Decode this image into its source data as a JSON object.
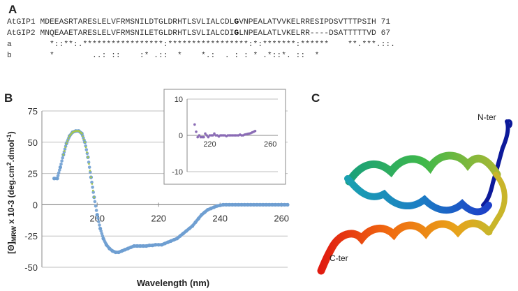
{
  "panels": {
    "a": "A",
    "b": "B",
    "c": "C"
  },
  "alignment": {
    "rows": [
      {
        "name": "AtGIP1",
        "pre": "MDEEASRTARESLELVFRMSNILDTGLDRHTLSVLIALCDL",
        "bold": "G",
        "post": "VNPEALATVVKELRRESIPDSVTTTPSIH",
        "num": "71"
      },
      {
        "name": "AtGIP2",
        "pre": "MNQEAAETARESLELVFRMSNILETGLDRHTLSVLIALCDI",
        "bold": "G",
        "post": "LNPEALATLVKELRR----DSATTTTTVD",
        "num": "67"
      },
      {
        "name": "a",
        "pre": "*::**:.*****************:*****************",
        "bold": "",
        "post": ":*:*******:******    **.***.::.",
        "num": ""
      },
      {
        "name": "b",
        "pre": "*        ..: ::    :* .::  *    *.:  . : : *",
        "bold": "",
        "post": " .*::*. ::  *",
        "num": ""
      }
    ]
  },
  "chart_data": [
    {
      "type": "scatter",
      "xlabel": "Wavelength (nm)",
      "ylabel": "[Θ]MRW x 10-3 (deg.cm².dmol⁻¹)",
      "ylabel_parts": {
        "main": "[Θ]",
        "sub": "MRW",
        "rest": " x 10-3 (deg.cm",
        "sup2": "2",
        "rest2": ".dmol",
        "supm1": "-1",
        "rest3": ")"
      },
      "xlim": [
        182,
        262
      ],
      "ylim": [
        -50,
        75
      ],
      "xticks": [
        "200",
        "220",
        "240",
        "260"
      ],
      "yticks": [
        "75",
        "50",
        "25",
        "0",
        "-25",
        "-50"
      ],
      "grid": "horizontal",
      "colors": {
        "measured": "#6f9fd1",
        "fit": "#a8c94a",
        "grid": "#bfbfbf"
      },
      "series": [
        {
          "x": [
            186,
            187,
            188,
            189,
            190,
            191,
            192,
            193,
            194,
            195,
            196,
            197,
            198,
            199,
            200,
            201,
            202,
            203,
            204,
            205,
            206,
            207,
            208,
            209,
            210,
            211,
            212,
            213,
            214,
            215,
            216,
            217,
            218,
            219,
            220,
            221,
            222,
            223,
            224,
            225,
            226,
            227,
            228,
            229,
            230,
            231,
            232,
            233,
            234,
            235,
            236,
            237,
            238,
            239,
            240,
            241,
            242,
            243,
            244,
            245,
            246,
            247,
            248,
            249,
            250,
            251,
            252,
            253,
            254,
            255,
            256,
            257,
            258,
            259,
            260,
            261,
            262
          ],
          "y": [
            21,
            21,
            30,
            40,
            49,
            55,
            58,
            59,
            59,
            57,
            50,
            38,
            22,
            6,
            -8,
            -19,
            -27,
            -32,
            -35,
            -37,
            -38,
            -38,
            -37,
            -36,
            -35,
            -34,
            -33,
            -33,
            -33,
            -33,
            -33,
            -32.5,
            -32.5,
            -32,
            -32,
            -32,
            -31,
            -30,
            -29,
            -28,
            -27,
            -25,
            -23,
            -21,
            -19,
            -17,
            -14,
            -11,
            -8,
            -6,
            -4,
            -3,
            -2,
            -1,
            -0.5,
            0,
            0,
            0,
            0,
            0,
            0,
            0,
            0,
            0,
            0,
            0,
            0,
            0,
            0,
            0,
            0,
            0,
            0,
            0,
            0,
            0,
            0
          ]
        },
        {
          "x": [
            189,
            190,
            191,
            192,
            193,
            194,
            195,
            196,
            197,
            198,
            199
          ],
          "y": [
            40,
            49,
            55,
            58,
            59,
            59,
            57,
            50,
            38,
            22,
            6
          ]
        }
      ]
    },
    {
      "type": "scatter",
      "xlim": [
        205,
        265
      ],
      "ylim": [
        -10,
        10
      ],
      "xticks": [
        "220",
        "260"
      ],
      "yticks": [
        "10",
        "0",
        "-10"
      ],
      "grid": "horizontal",
      "colors": {
        "points": "#8a6bb5"
      },
      "series": [
        {
          "x": [
            210,
            211,
            212,
            213,
            214,
            215,
            216,
            217,
            218,
            219,
            220,
            221,
            222,
            223,
            224,
            225,
            226,
            227,
            228,
            229,
            230,
            231,
            232,
            233,
            234,
            235,
            236,
            237,
            238,
            239,
            240,
            241,
            242,
            243,
            244,
            245,
            246,
            247,
            248,
            249,
            250
          ],
          "y": [
            3,
            1,
            -0.5,
            0,
            -0.5,
            -0.5,
            -0.5,
            0.5,
            0,
            -0.5,
            0,
            0,
            0,
            0.5,
            0,
            0,
            -0.3,
            0,
            0,
            0,
            0,
            -0.2,
            0,
            0,
            0,
            0,
            0,
            0,
            0,
            0,
            0.2,
            0,
            0,
            0.2,
            0.3,
            0.4,
            0.5,
            0.6,
            0.8,
            1,
            1.2
          ]
        }
      ]
    }
  ],
  "structure": {
    "n_label": "N-ter",
    "c_label": "C-ter"
  }
}
